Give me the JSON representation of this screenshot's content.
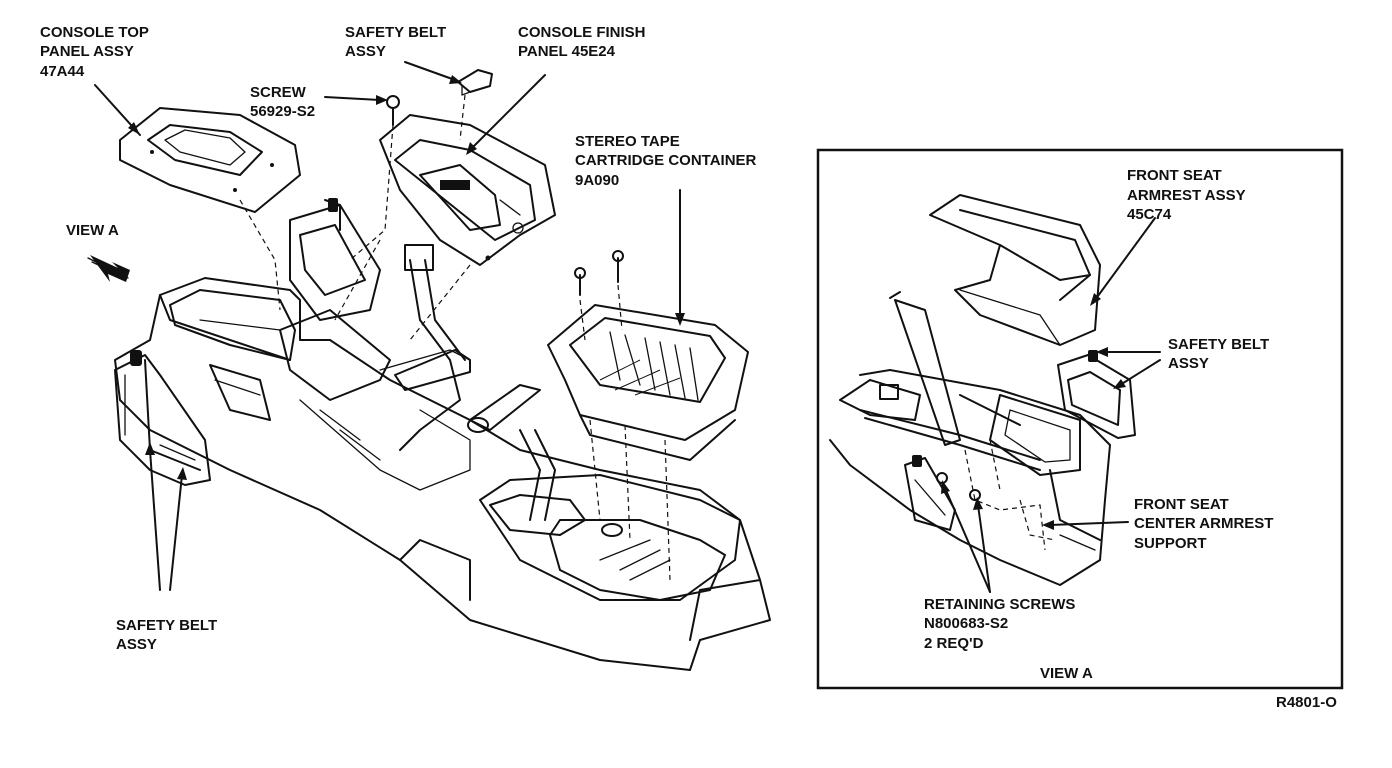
{
  "labels": {
    "console_top_panel": [
      "CONSOLE TOP",
      "PANEL ASSY",
      "47A44"
    ],
    "safety_belt_top": [
      "SAFETY BELT",
      "ASSY"
    ],
    "console_finish_panel": [
      "CONSOLE FINISH",
      "PANEL 45E24"
    ],
    "screw": [
      "SCREW",
      "56929-S2"
    ],
    "stereo_tape": [
      "STEREO TAPE",
      "CARTRIDGE CONTAINER",
      "9A090"
    ],
    "view_a_arrow": "VIEW A",
    "safety_belt_bottom": [
      "SAFETY BELT",
      "ASSY"
    ],
    "front_seat_armrest": [
      "FRONT SEAT",
      "ARMREST ASSY",
      "45C74"
    ],
    "safety_belt_inset": [
      "SAFETY BELT",
      "ASSY"
    ],
    "center_armrest_support": [
      "FRONT SEAT",
      "CENTER ARMREST",
      "SUPPORT"
    ],
    "retaining_screws": [
      "RETAINING SCREWS",
      "N800683-S2",
      "2 REQ'D"
    ],
    "view_a_inset": "VIEW A",
    "figure_number": "R4801-O"
  },
  "icons": [
    "view-arrow-icon"
  ]
}
